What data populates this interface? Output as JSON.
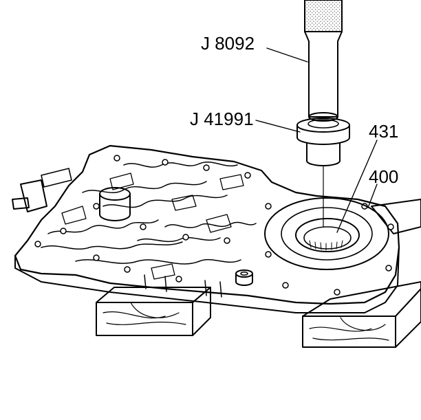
{
  "callouts": {
    "tool_handle": "J 8092",
    "tool_installer": "J 41991",
    "seal": "431",
    "case_cover": "400"
  }
}
